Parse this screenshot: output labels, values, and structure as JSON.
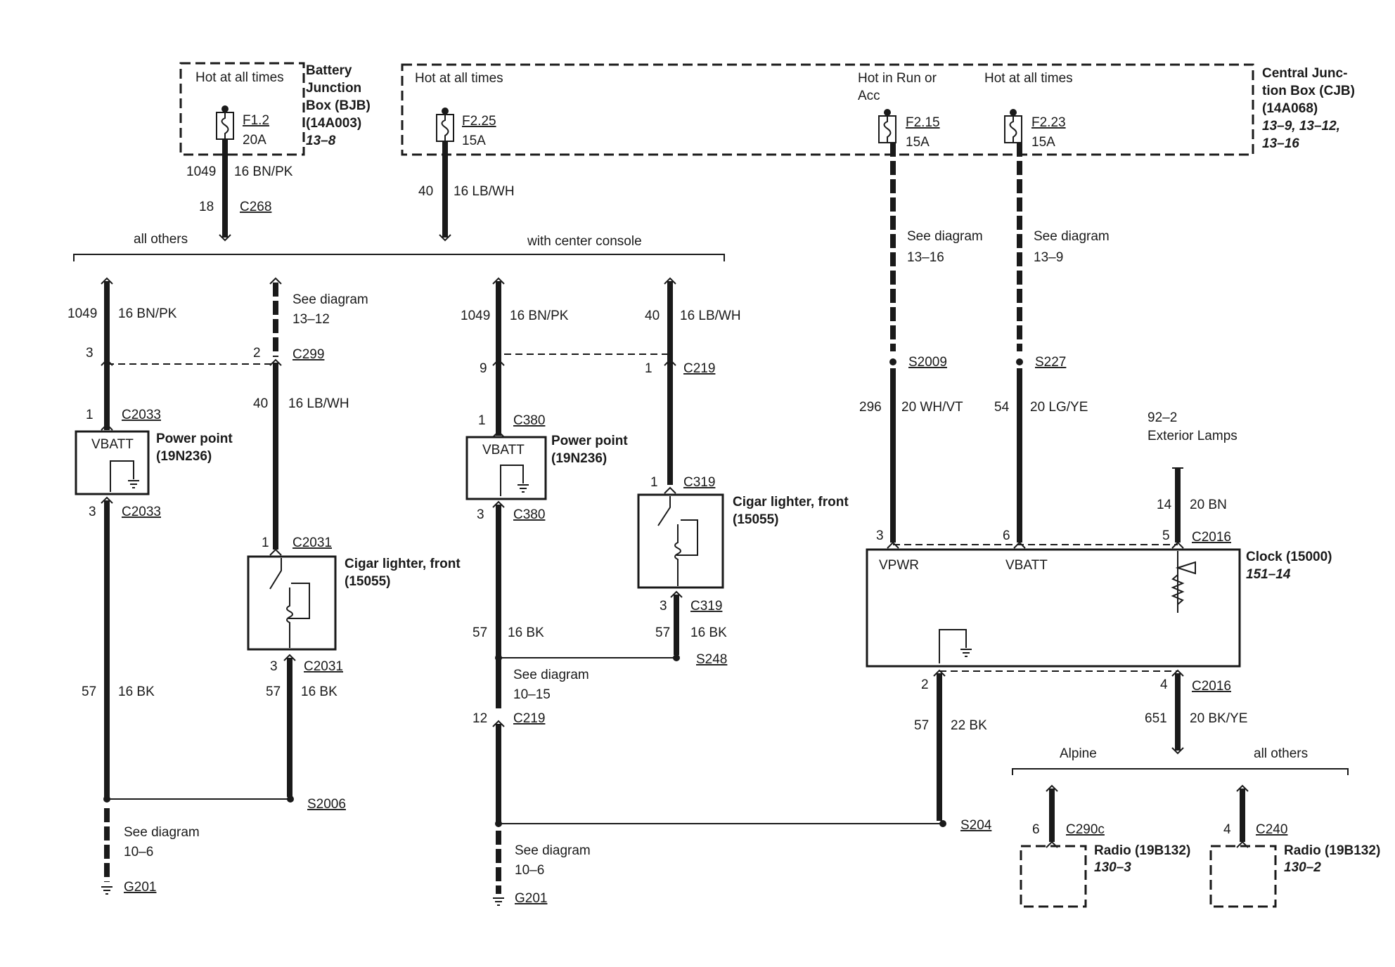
{
  "bjb": {
    "hot": "Hot at all times",
    "fuse": "F1.2",
    "amp": "20A",
    "name1": "Battery",
    "name2": "Junction",
    "name3": "Box (BJB)",
    "part": "(14A003)",
    "ref": "13–8"
  },
  "cjb": {
    "hot_left": "Hot at all times",
    "hot_run1": "Hot in Run or",
    "hot_run2": "Acc",
    "hot_right": "Hot at all times",
    "name1": "Central Junc-",
    "name2": "tion Box (CJB)",
    "part": "(14A068)",
    "ref1": "13–9, 13–12,",
    "ref2": "13–16",
    "fuse_a": "F2.25",
    "amp_a": "15A",
    "fuse_b": "F2.15",
    "amp_b": "15A",
    "fuse_c": "F2.23",
    "amp_c": "15A"
  },
  "labels": {
    "c1049": "1049",
    "bnpk": "16 BN/PK",
    "n18": "18",
    "c268": "C268",
    "n40": "40",
    "lbwh": "16 LB/WH",
    "all_others": "all others",
    "with_console": "with center console",
    "see_diagram": "See diagram",
    "ref_13_12": "13–12",
    "ref_13_16": "13–16",
    "ref_13_9": "13–9",
    "ref_10_6": "10–6",
    "ref_10_15": "10–15",
    "n1": "1",
    "n2": "2",
    "n3": "3",
    "n4": "4",
    "n5": "5",
    "n6": "6",
    "n9": "9",
    "n12": "12",
    "n14": "14",
    "n54": "54",
    "n57": "57",
    "n296": "296",
    "n651": "651",
    "c299": "C299",
    "c2033": "C2033",
    "c2031": "C2031",
    "c380": "C380",
    "c219": "C219",
    "c319": "C319",
    "c2016": "C2016",
    "c290c": "C290c",
    "c240": "C240",
    "s2009": "S2009",
    "s227": "S227",
    "s2006": "S2006",
    "s248": "S248",
    "s204": "S204",
    "g201": "G201",
    "bk16": "16 BK",
    "bk22": "22 BK",
    "whvt": "20 WH/VT",
    "lgye": "20 LG/YE",
    "bn20": "20 BN",
    "bkye": "20 BK/YE",
    "vbatt": "VBATT",
    "vpwr": "VPWR",
    "power_point": "Power point",
    "power_point_part": "(19N236)",
    "cigar": "Cigar lighter, front",
    "cigar_part": "(15055)",
    "clock": "Clock (15000)",
    "clock_ref": "151–14",
    "ext1": "92–2",
    "ext2": "Exterior Lamps",
    "alpine": "Alpine",
    "radio": "Radio (19B132)",
    "radio_ref_a": "130–3",
    "radio_ref_b": "130–2"
  }
}
